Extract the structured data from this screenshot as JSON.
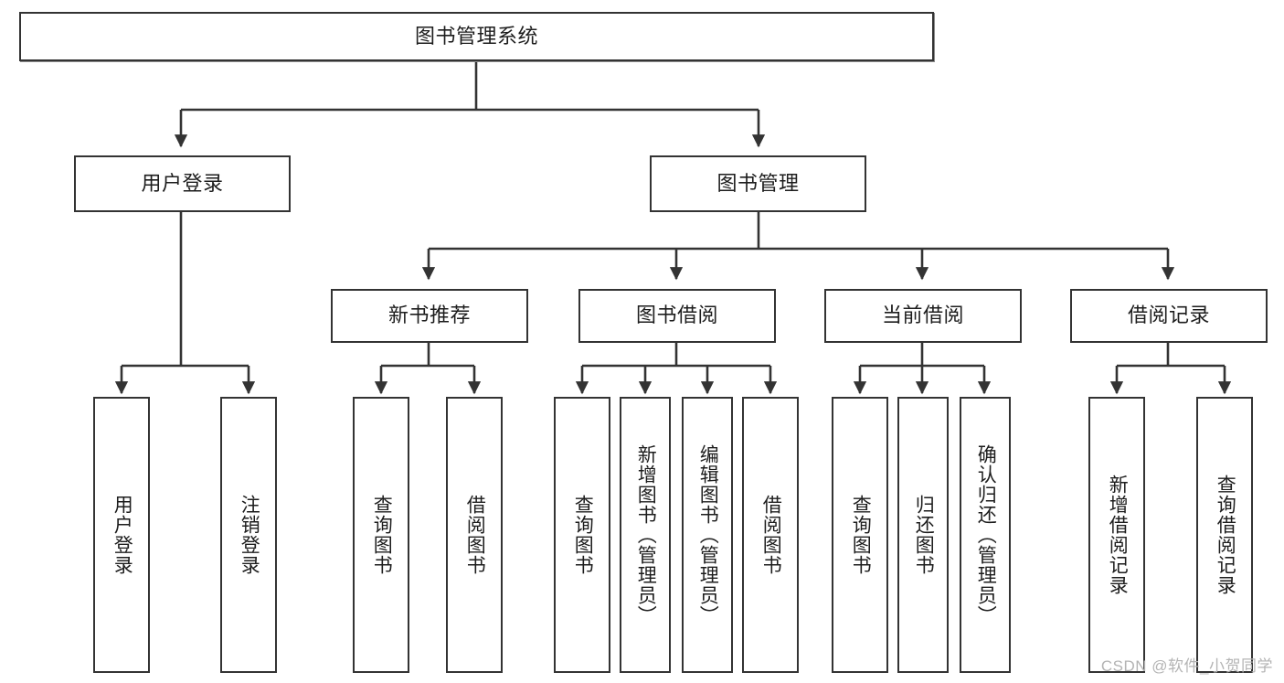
{
  "diagram": {
    "title": "图书管理系统",
    "type": "tree-hierarchy",
    "watermark": "CSDN @软件_小贺同学",
    "colors": {
      "stroke": "#333333",
      "fill": "#ffffff",
      "text": "#1d1d1d",
      "watermark": "#b4b4b4"
    },
    "root": {
      "label": "图书管理系统"
    },
    "level2": [
      {
        "label": "用户登录"
      },
      {
        "label": "图书管理"
      }
    ],
    "level3": [
      {
        "label": "新书推荐"
      },
      {
        "label": "图书借阅"
      },
      {
        "label": "当前借阅"
      },
      {
        "label": "借阅记录"
      }
    ],
    "leaves": [
      {
        "label": "用户登录"
      },
      {
        "label": "注销登录"
      },
      {
        "label": "查询图书"
      },
      {
        "label": "借阅图书"
      },
      {
        "label": "查询图书"
      },
      {
        "label": "新增图书（管理员）"
      },
      {
        "label": "编辑图书（管理员）"
      },
      {
        "label": "借阅图书"
      },
      {
        "label": "查询图书"
      },
      {
        "label": "归还图书"
      },
      {
        "label": "确认归还（管理员）"
      },
      {
        "label": "新增借阅记录"
      },
      {
        "label": "查询借阅记录"
      }
    ],
    "edges": [
      {
        "from": "图书管理系统",
        "to": "用户登录"
      },
      {
        "from": "图书管理系统",
        "to": "图书管理"
      },
      {
        "from": "用户登录",
        "to": "用户登录"
      },
      {
        "from": "用户登录",
        "to": "注销登录"
      },
      {
        "from": "图书管理",
        "to": "新书推荐"
      },
      {
        "from": "图书管理",
        "to": "图书借阅"
      },
      {
        "from": "图书管理",
        "to": "当前借阅"
      },
      {
        "from": "图书管理",
        "to": "借阅记录"
      },
      {
        "from": "新书推荐",
        "to": "查询图书"
      },
      {
        "from": "新书推荐",
        "to": "借阅图书"
      },
      {
        "from": "图书借阅",
        "to": "查询图书"
      },
      {
        "from": "图书借阅",
        "to": "新增图书（管理员）"
      },
      {
        "from": "图书借阅",
        "to": "编辑图书（管理员）"
      },
      {
        "from": "图书借阅",
        "to": "借阅图书"
      },
      {
        "from": "当前借阅",
        "to": "查询图书"
      },
      {
        "from": "当前借阅",
        "to": "归还图书"
      },
      {
        "from": "当前借阅",
        "to": "确认归还（管理员）"
      },
      {
        "from": "借阅记录",
        "to": "新增借阅记录"
      },
      {
        "from": "借阅记录",
        "to": "查询借阅记录"
      }
    ]
  }
}
